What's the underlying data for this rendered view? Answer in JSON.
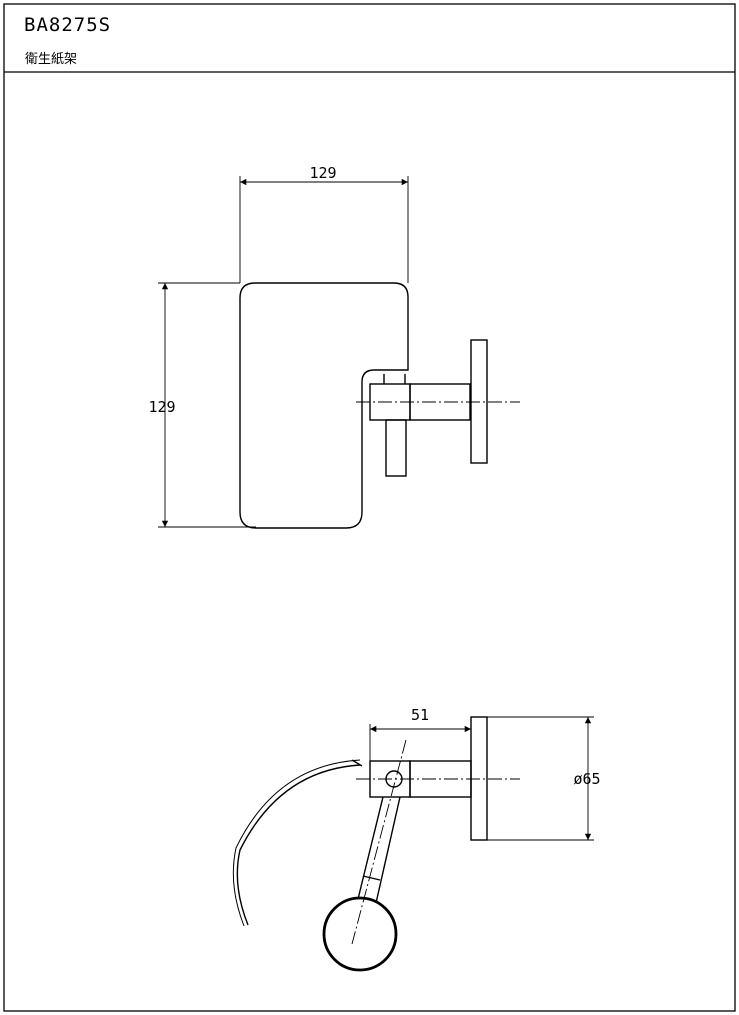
{
  "title_block": {
    "model": "BA8275S",
    "name": "衛生紙架"
  },
  "dimensions": {
    "front_width": "129",
    "front_height": "129",
    "top_projection": "51",
    "flange_diameter": "ø65"
  },
  "colors": {
    "line": "#000000",
    "background": "#ffffff"
  }
}
